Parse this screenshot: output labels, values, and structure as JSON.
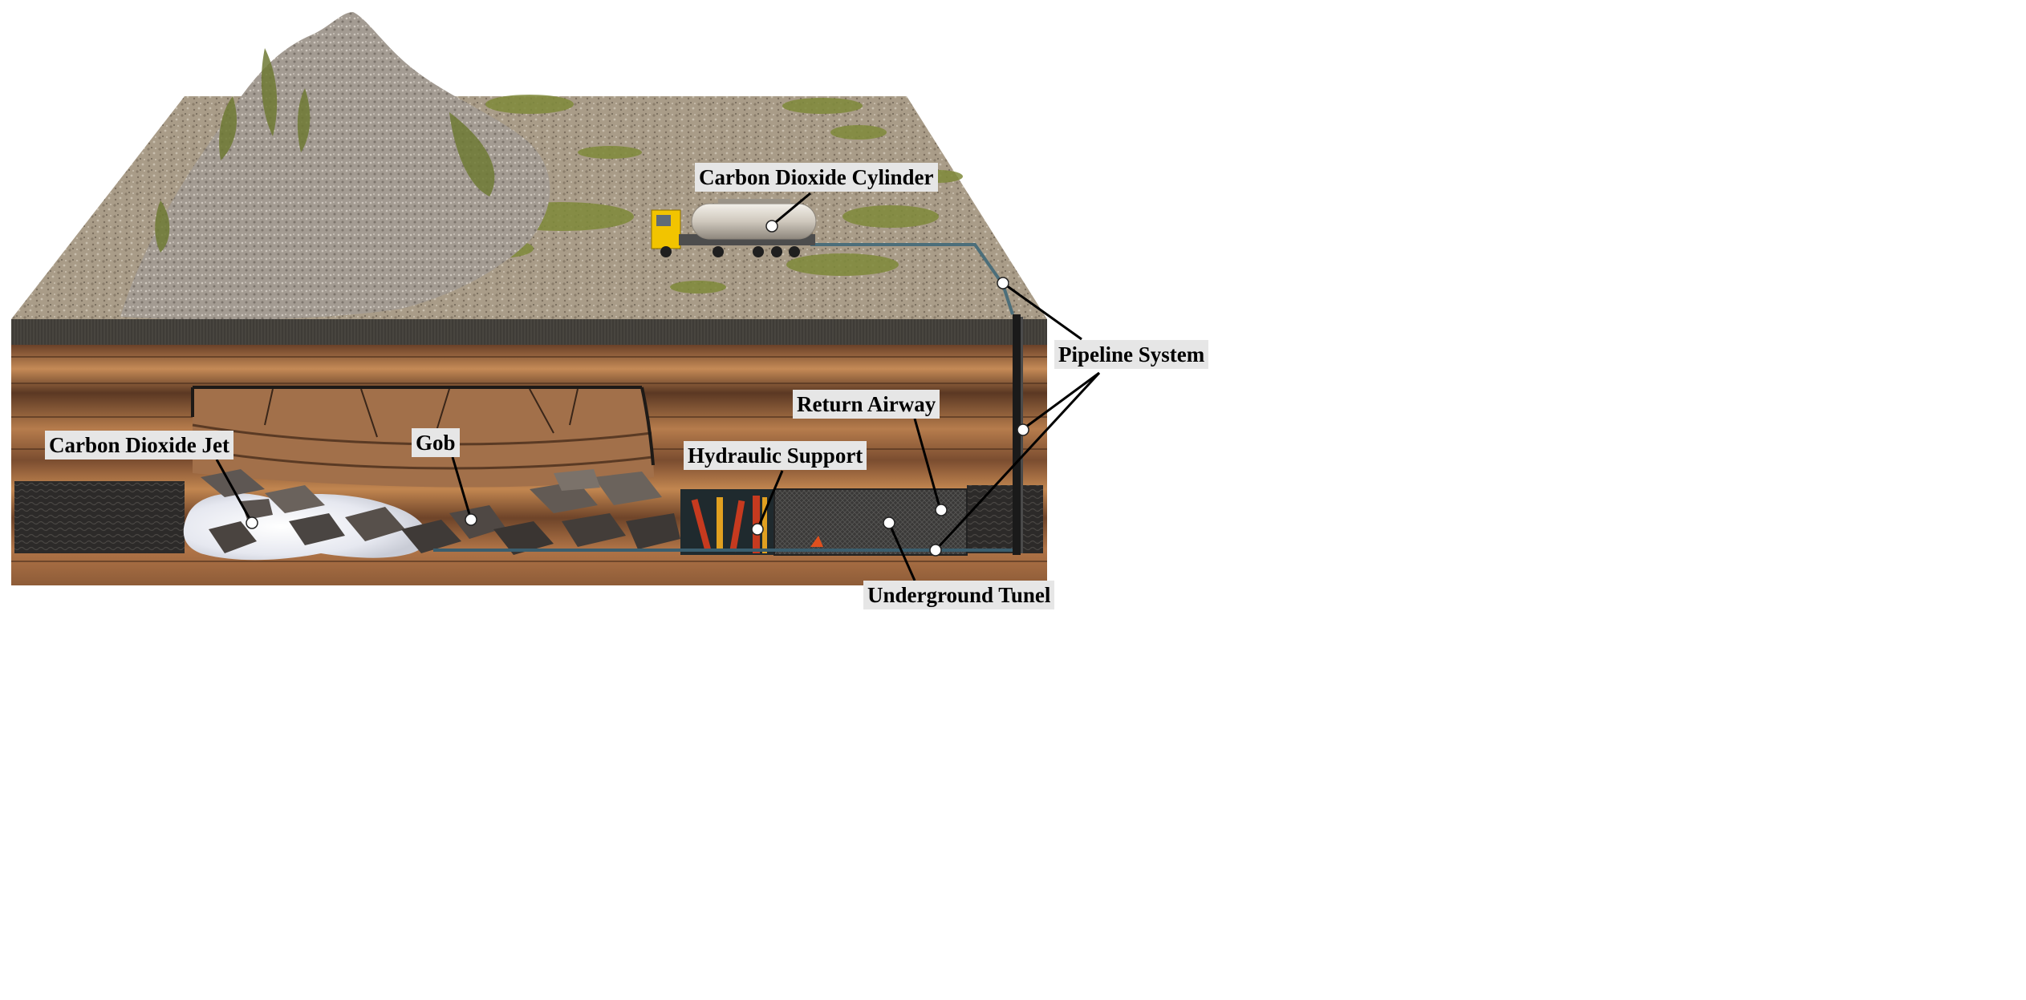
{
  "labels": {
    "co2_cylinder": "Carbon Dioxide Cylinder",
    "pipeline_system": "Pipeline System",
    "return_airway": "Return Airway",
    "hydraulic_support": "Hydraulic Support",
    "co2_jet": "Carbon Dioxide Jet",
    "gob": "Gob",
    "underground_tunnel": "Underground Tunel"
  },
  "colors": {
    "surface": "#a89a86",
    "vegetation": "#7f8a3a",
    "topsoil": "#3e3b36",
    "strata_dark": "#5a3a24",
    "strata_light": "#b27a4e",
    "tunnel": "#2f2d2c",
    "co2_cloud": "#eef0f6",
    "truck_cab": "#f2c400",
    "label_bg": "#e6e6e6"
  }
}
